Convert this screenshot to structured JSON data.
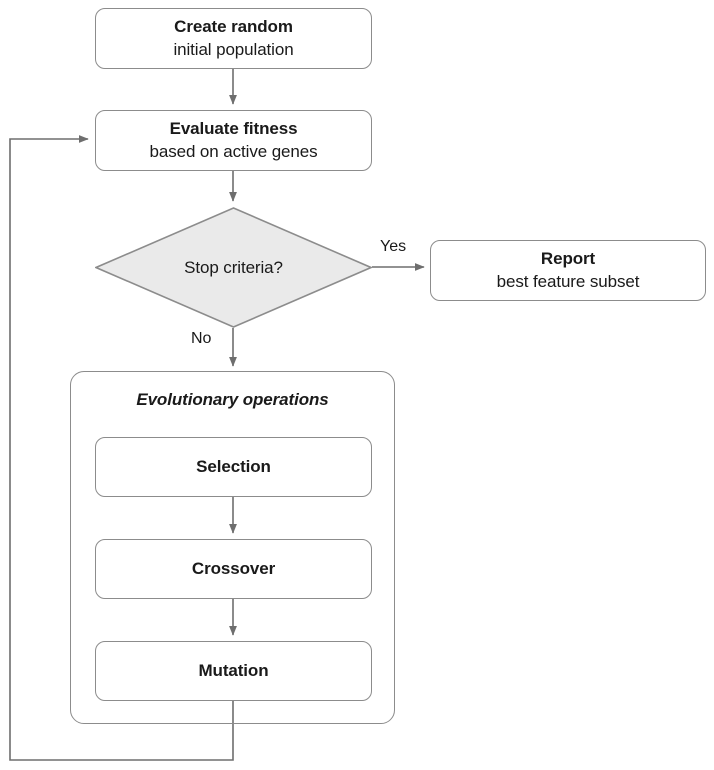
{
  "diagram": {
    "title": "Genetic algorithm feature selection flowchart",
    "type": "flowchart",
    "colors": {
      "stroke": "#8c8c8c",
      "text": "#1a1a1a",
      "node_fill": "#ffffff",
      "decision_fill": "#eaeaea",
      "background": "#ffffff"
    }
  },
  "nodes": {
    "create": {
      "shape": "rounded-rect",
      "line1": "Create random",
      "line2": "initial population"
    },
    "evaluate": {
      "shape": "rounded-rect",
      "line1": "Evaluate fitness",
      "line2": "based on active genes"
    },
    "decision": {
      "shape": "diamond",
      "label": "Stop criteria?"
    },
    "report": {
      "shape": "rounded-rect",
      "line1": "Report",
      "line2": "best feature subset"
    },
    "selection": {
      "shape": "rounded-rect",
      "line1": "Selection"
    },
    "crossover": {
      "shape": "rounded-rect",
      "line1": "Crossover"
    },
    "mutation": {
      "shape": "rounded-rect",
      "line1": "Mutation"
    }
  },
  "groups": {
    "evolutionary": {
      "title": "Evolutionary operations",
      "members": [
        "selection",
        "crossover",
        "mutation"
      ]
    }
  },
  "edges": [
    {
      "id": "create-to-evaluate",
      "from": "create",
      "to": "evaluate",
      "label": ""
    },
    {
      "id": "evaluate-to-decision",
      "from": "evaluate",
      "to": "decision",
      "label": ""
    },
    {
      "id": "decision-to-report",
      "from": "decision",
      "to": "report",
      "label": "Yes"
    },
    {
      "id": "decision-to-group",
      "from": "decision",
      "to": "evolutionary",
      "label": "No"
    },
    {
      "id": "selection-to-crossover",
      "from": "selection",
      "to": "crossover",
      "label": ""
    },
    {
      "id": "crossover-to-mutation",
      "from": "crossover",
      "to": "mutation",
      "label": ""
    },
    {
      "id": "mutation-to-evaluate",
      "from": "mutation",
      "to": "evaluate",
      "label": ""
    }
  ],
  "edge_labels": {
    "yes": "Yes",
    "no": "No"
  }
}
